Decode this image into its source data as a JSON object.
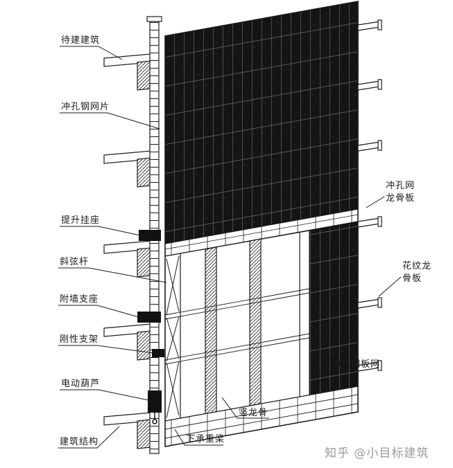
{
  "figure": {
    "background": "#ffffff",
    "ink": "#1a1a1a",
    "mesh_color": "#141414",
    "watermark_color": "#9a9a9a"
  },
  "labels": {
    "pending_building": "待建建筑",
    "punched_steel_mesh_sheet": "冲孔钢网片",
    "lifting_mount": "提升挂座",
    "diagonal_chord": "斜弦杆",
    "wall_attached_support": "附墙支座",
    "rigid_bracket": "刚性支架",
    "electric_hoist": "电动葫芦",
    "building_structure": "建筑结构",
    "punched_mesh_keel_line1": "冲孔网",
    "punched_mesh_keel_line2": "龙骨板",
    "pattern_keel_line1": "花纹龙",
    "pattern_keel_line2": "骨板",
    "punched_steel_plate_mesh": "冲孔钢板网",
    "vertical_keel": "竖龙骨",
    "lower_bearing_beam": "下承重梁"
  },
  "watermark": {
    "text": "知乎 @小目标建筑"
  }
}
